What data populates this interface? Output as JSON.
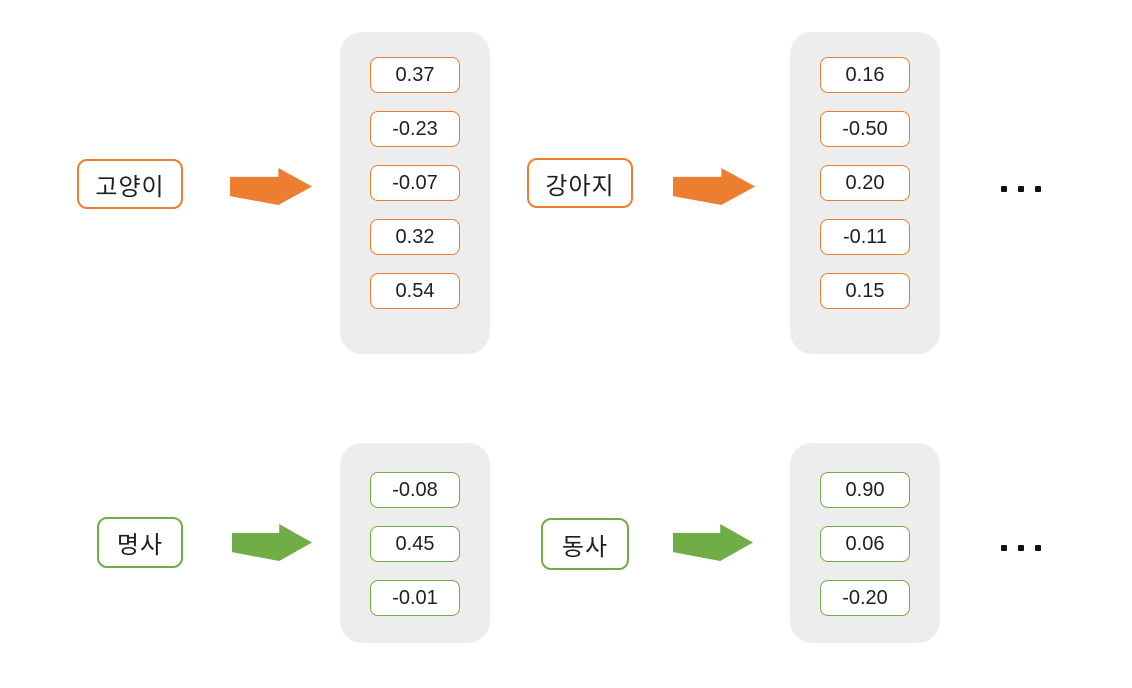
{
  "diagram": {
    "description_colors": {
      "word_accent": "#ED7D31",
      "pos_accent": "#70AD47",
      "panel_bg": "#EDEDED",
      "text": "#1f1f1f"
    },
    "rows": [
      {
        "color": "#ED7D31",
        "ellipsis": "...",
        "items": [
          {
            "word": "고양이",
            "vector": [
              "0.37",
              "-0.23",
              "-0.07",
              "0.32",
              "0.54"
            ]
          },
          {
            "word": "강아지",
            "vector": [
              "0.16",
              "-0.50",
              "0.20",
              "-0.11",
              "0.15"
            ]
          }
        ]
      },
      {
        "color": "#70AD47",
        "ellipsis": "...",
        "items": [
          {
            "word": "명사",
            "vector": [
              "-0.08",
              "0.45",
              "-0.01"
            ]
          },
          {
            "word": "동사",
            "vector": [
              "0.90",
              "0.06",
              "-0.20"
            ]
          }
        ]
      }
    ]
  }
}
